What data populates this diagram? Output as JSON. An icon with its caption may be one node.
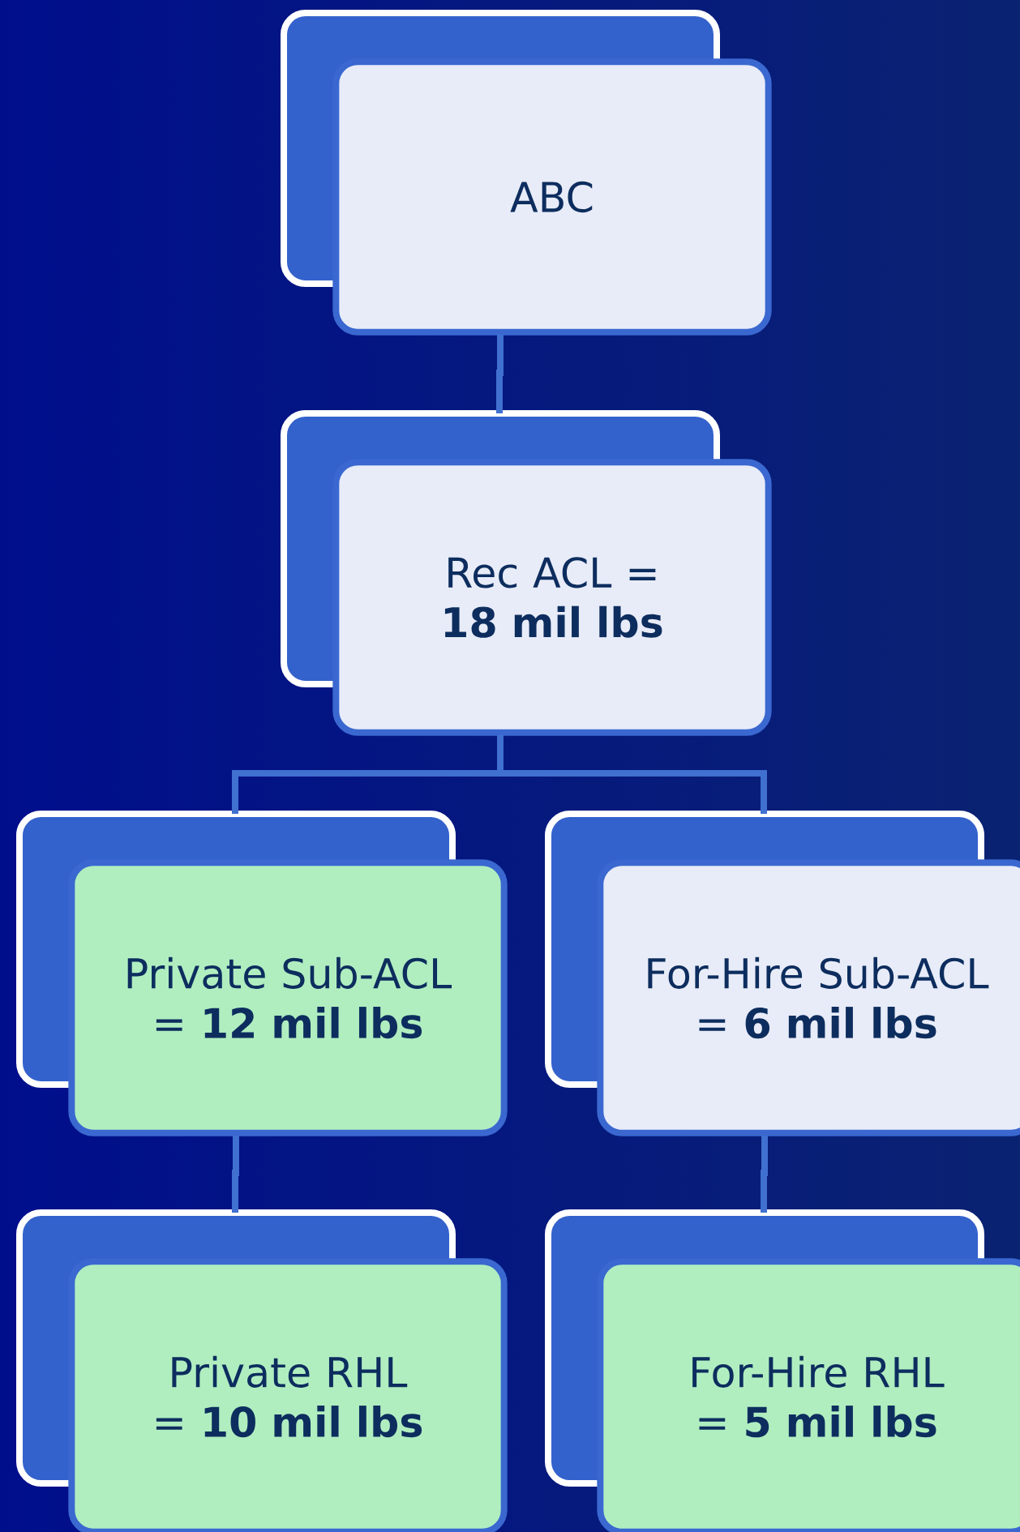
{
  "diagram": {
    "nodes": [
      {
        "text": [
          "ABC"
        ]
      },
      {
        "text": [
          "Rec ACL = **18 mil lbs**"
        ]
      },
      {
        "text": [
          "Private Sub-ACL = **12 mil lbs**"
        ]
      },
      {
        "text": [
          "For-Hire Sub-ACL = **6 mil lbs**"
        ]
      },
      {
        "text": [
          "Private RHL = **10 mil lbs**"
        ]
      },
      {
        "text": [
          "For-Hire RHL = **5 mil lbs**"
        ]
      }
    ],
    "edges": [
      {
        "from": 0,
        "to": 1,
        "arrow": "none"
      },
      {
        "from": 1,
        "to": 2,
        "arrow": "none"
      },
      {
        "from": 1,
        "to": 3,
        "arrow": "none"
      },
      {
        "from": 2,
        "to": 4,
        "arrow": "none"
      },
      {
        "from": 3,
        "to": 5,
        "arrow": "none"
      }
    ]
  }
}
